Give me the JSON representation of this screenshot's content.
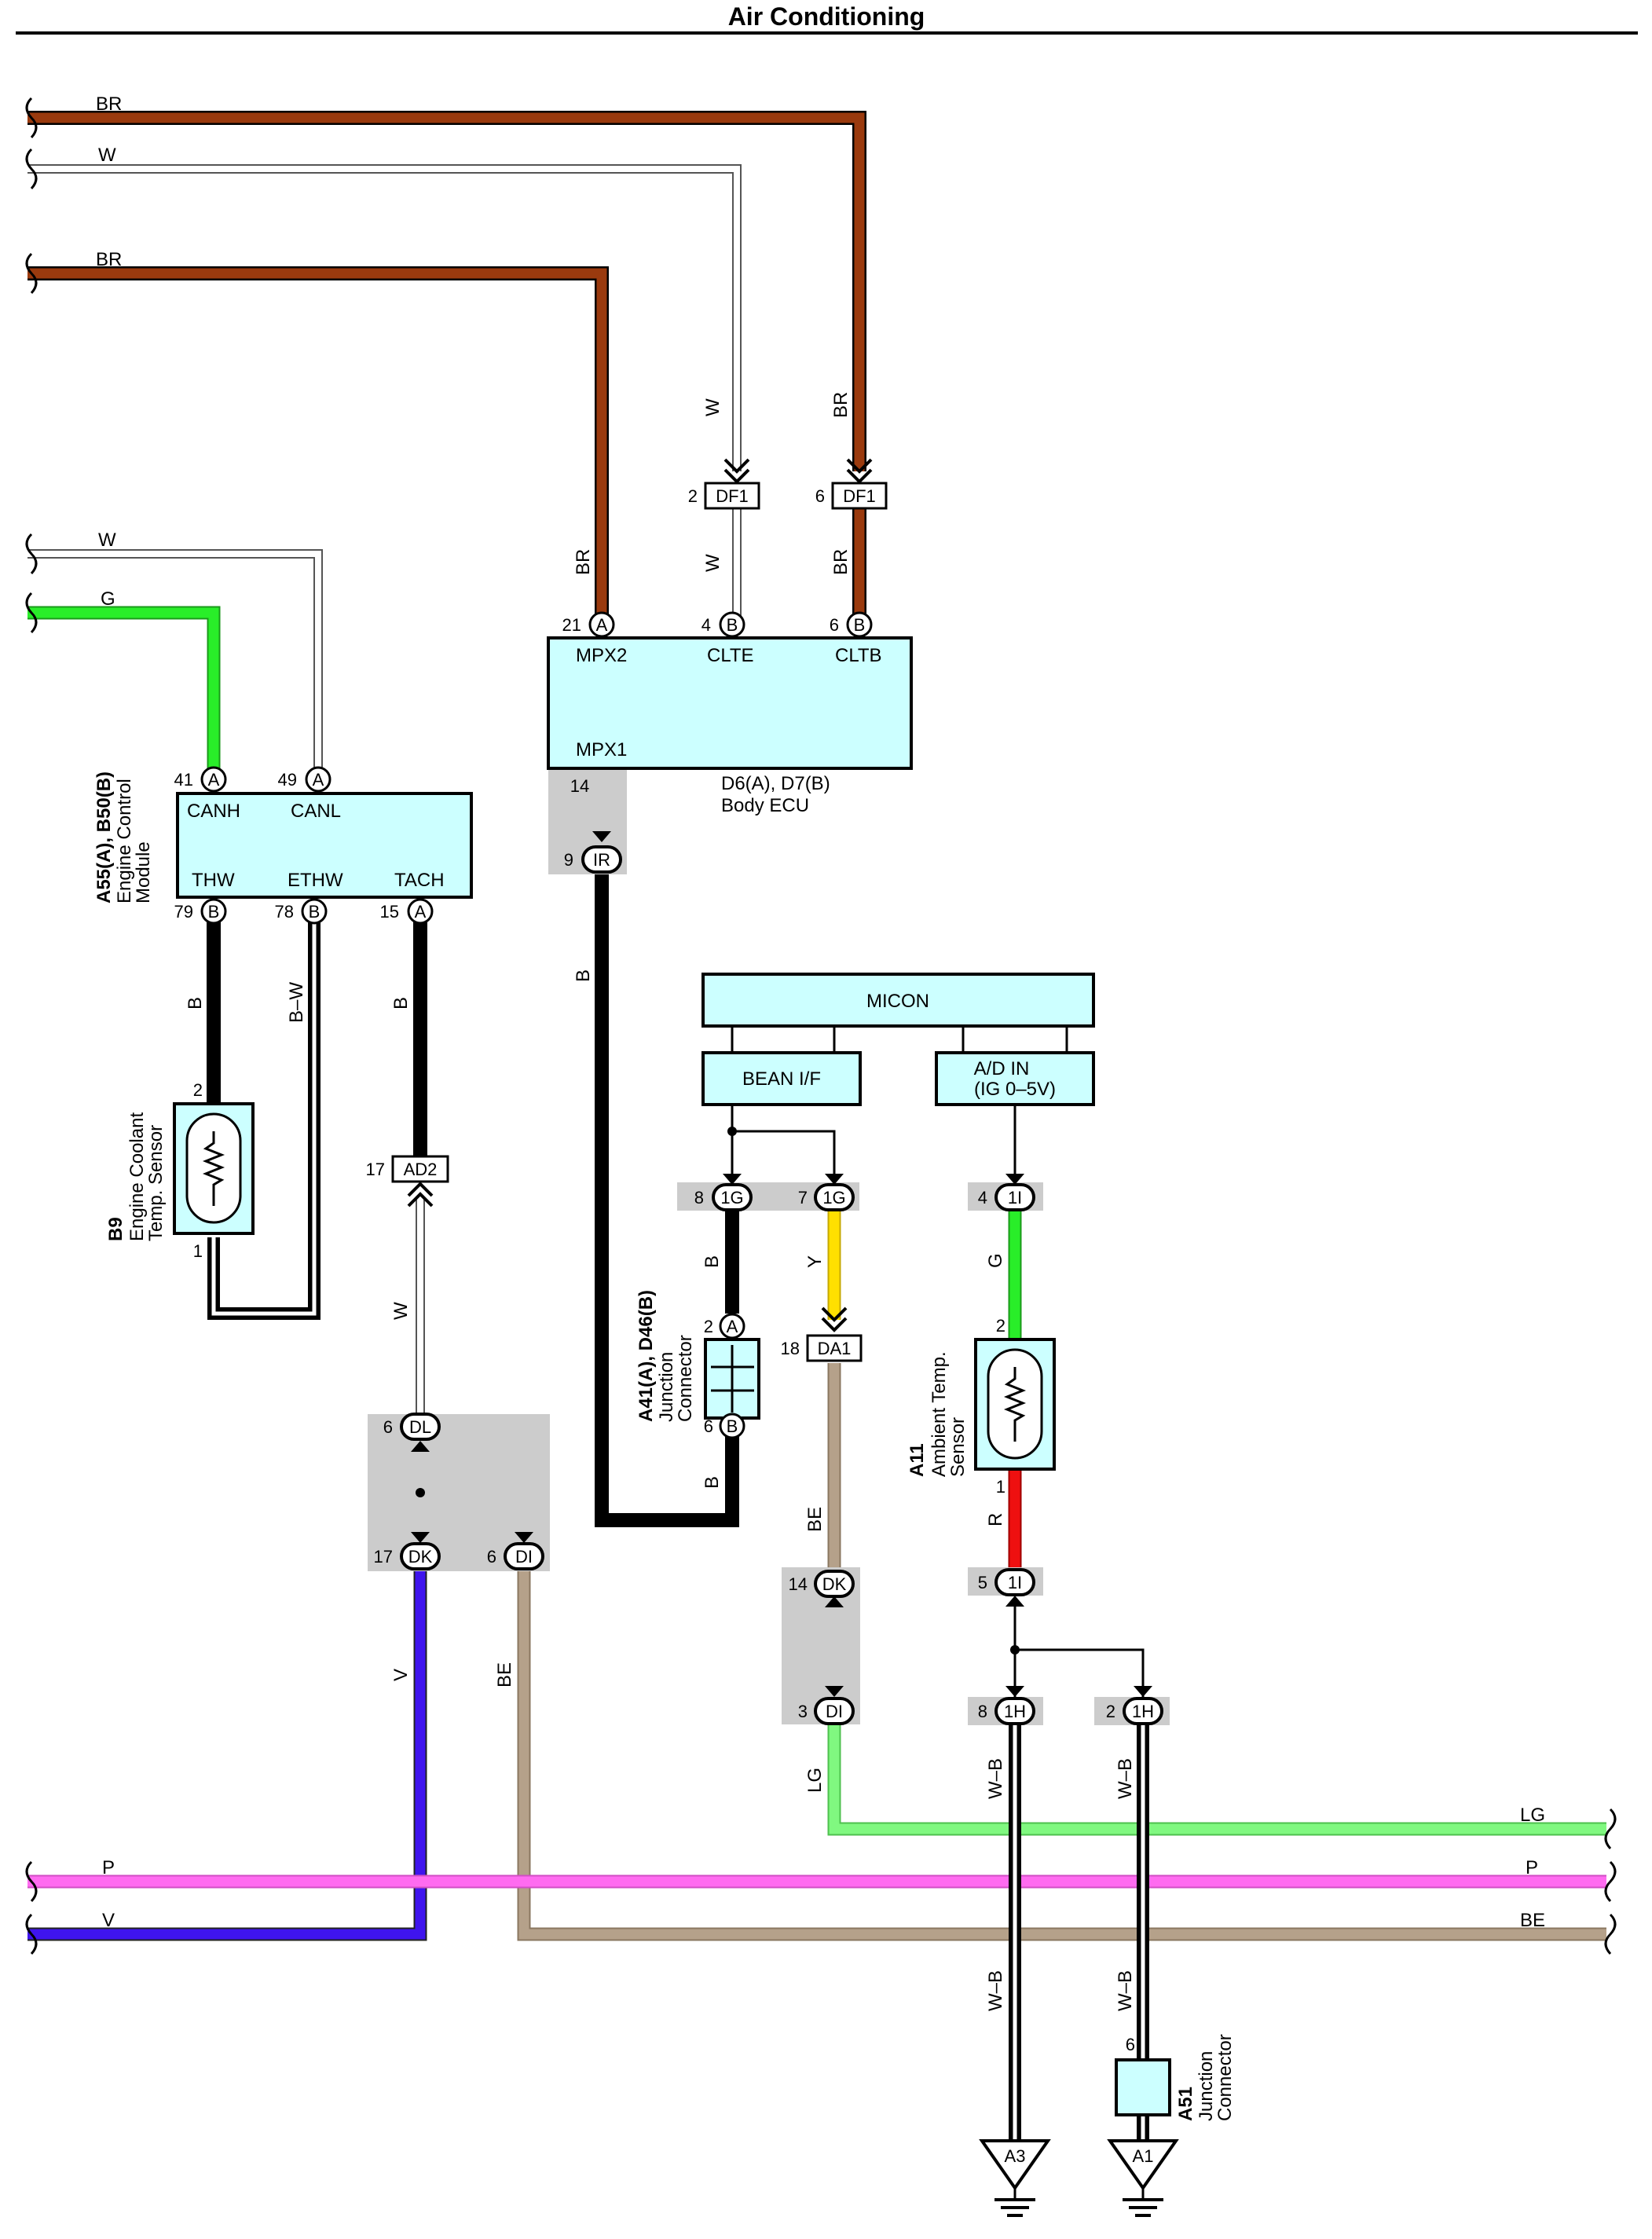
{
  "title": "Air Conditioning",
  "colors": {
    "BR": "#9a3a0e",
    "W": "#ffffff",
    "G": "#29ee29",
    "B": "#000000",
    "Y": "#ffe000",
    "BE": "#b5a18a",
    "R": "#ee1010",
    "V": "#3f14ee",
    "P": "#ff6bf0",
    "LG": "#80f880",
    "box": "#ccffff",
    "shade": "#cccccc"
  },
  "wires": {
    "br_top": "BR",
    "w_top": "W",
    "br_mid": "BR",
    "w_left": "W",
    "g_left": "G",
    "p_bottom": "P",
    "v_bottom": "V",
    "lg_right": "LG",
    "p_right": "P",
    "be_right": "BE",
    "w_df1": "W",
    "br_df1": "BR",
    "br_mpx2": "BR",
    "w_clte": "W",
    "br_cltb": "BR",
    "b_ir": "B",
    "b_thw": "B",
    "bw_ethw": "B–W",
    "b_tach": "B",
    "w_ad2": "W",
    "v_dk": "V",
    "be_di": "BE",
    "b_1g": "B",
    "y_1g": "Y",
    "b_a41": "B",
    "be_da1": "BE",
    "g_1i": "G",
    "r_a11": "R",
    "lg_di": "LG",
    "wb_1h8": "W–B",
    "wb_1h2": "W–B",
    "wb_a3": "W–B",
    "wb_a1": "W–B"
  },
  "body_ecu": {
    "codes": "D6(A), D7(B)",
    "name": "Body ECU",
    "pins": [
      "MPX2",
      "CLTE",
      "CLTB",
      "MPX1"
    ],
    "pin_nums": [
      "21",
      "4",
      "6",
      "14"
    ],
    "pin_letters": [
      "A",
      "B",
      "B"
    ]
  },
  "ecm": {
    "codes": "A55(A), B50(B)",
    "name1": "Engine Control",
    "name2": "Module",
    "pins": [
      "CANH",
      "CANL",
      "THW",
      "ETHW",
      "TACH"
    ],
    "pin_nums": [
      "41",
      "49",
      "79",
      "78",
      "15"
    ],
    "pin_letters": [
      "A",
      "A",
      "B",
      "B",
      "A"
    ]
  },
  "coolant_sensor": {
    "code": "B9",
    "name1": "Engine Coolant",
    "name2": "Temp.  Sensor",
    "pin_top": "2",
    "pin_bottom": "1"
  },
  "ambient_sensor": {
    "code": "A11",
    "name1": "Ambient Temp.",
    "name2": "Sensor",
    "pin_top": "2",
    "pin_bottom": "1"
  },
  "junction_a41": {
    "codes": "A41(A), D46(B)",
    "name1": "Junction",
    "name2": "Connector",
    "pin_top": "2",
    "letter_top": "A",
    "pin_bottom": "6",
    "letter_bottom": "B"
  },
  "junction_a51": {
    "code": "A51",
    "name1": "Junction",
    "name2": "Connector",
    "pin": "6"
  },
  "micon": {
    "label": "MICON",
    "bean": "BEAN I/F",
    "ad1": "A/D IN",
    "ad2": "(IG 0–5V)"
  },
  "connectors": {
    "df1": "DF1",
    "df1_pin_w": "2",
    "df1_pin_br": "6",
    "ir": "IR",
    "ir_pin": "9",
    "ad2": "AD2",
    "ad2_pin": "17",
    "dl": "DL",
    "dl_pin": "6",
    "dk": "DK",
    "dk_pin": "17",
    "di": "DI",
    "di_pin": "6",
    "g1": "1G",
    "g1_pin_b": "8",
    "g1_pin_y": "7",
    "i1": "1I",
    "i1_pin_top": "4",
    "i1_pin_bottom": "5",
    "da1": "DA1",
    "da1_pin": "18",
    "dk2": "DK",
    "dk2_pin": "14",
    "di2": "DI",
    "di2_pin": "3",
    "h1": "1H",
    "h1_pin_a": "8",
    "h1_pin_b": "2"
  },
  "grounds": [
    "A3",
    "A1"
  ]
}
